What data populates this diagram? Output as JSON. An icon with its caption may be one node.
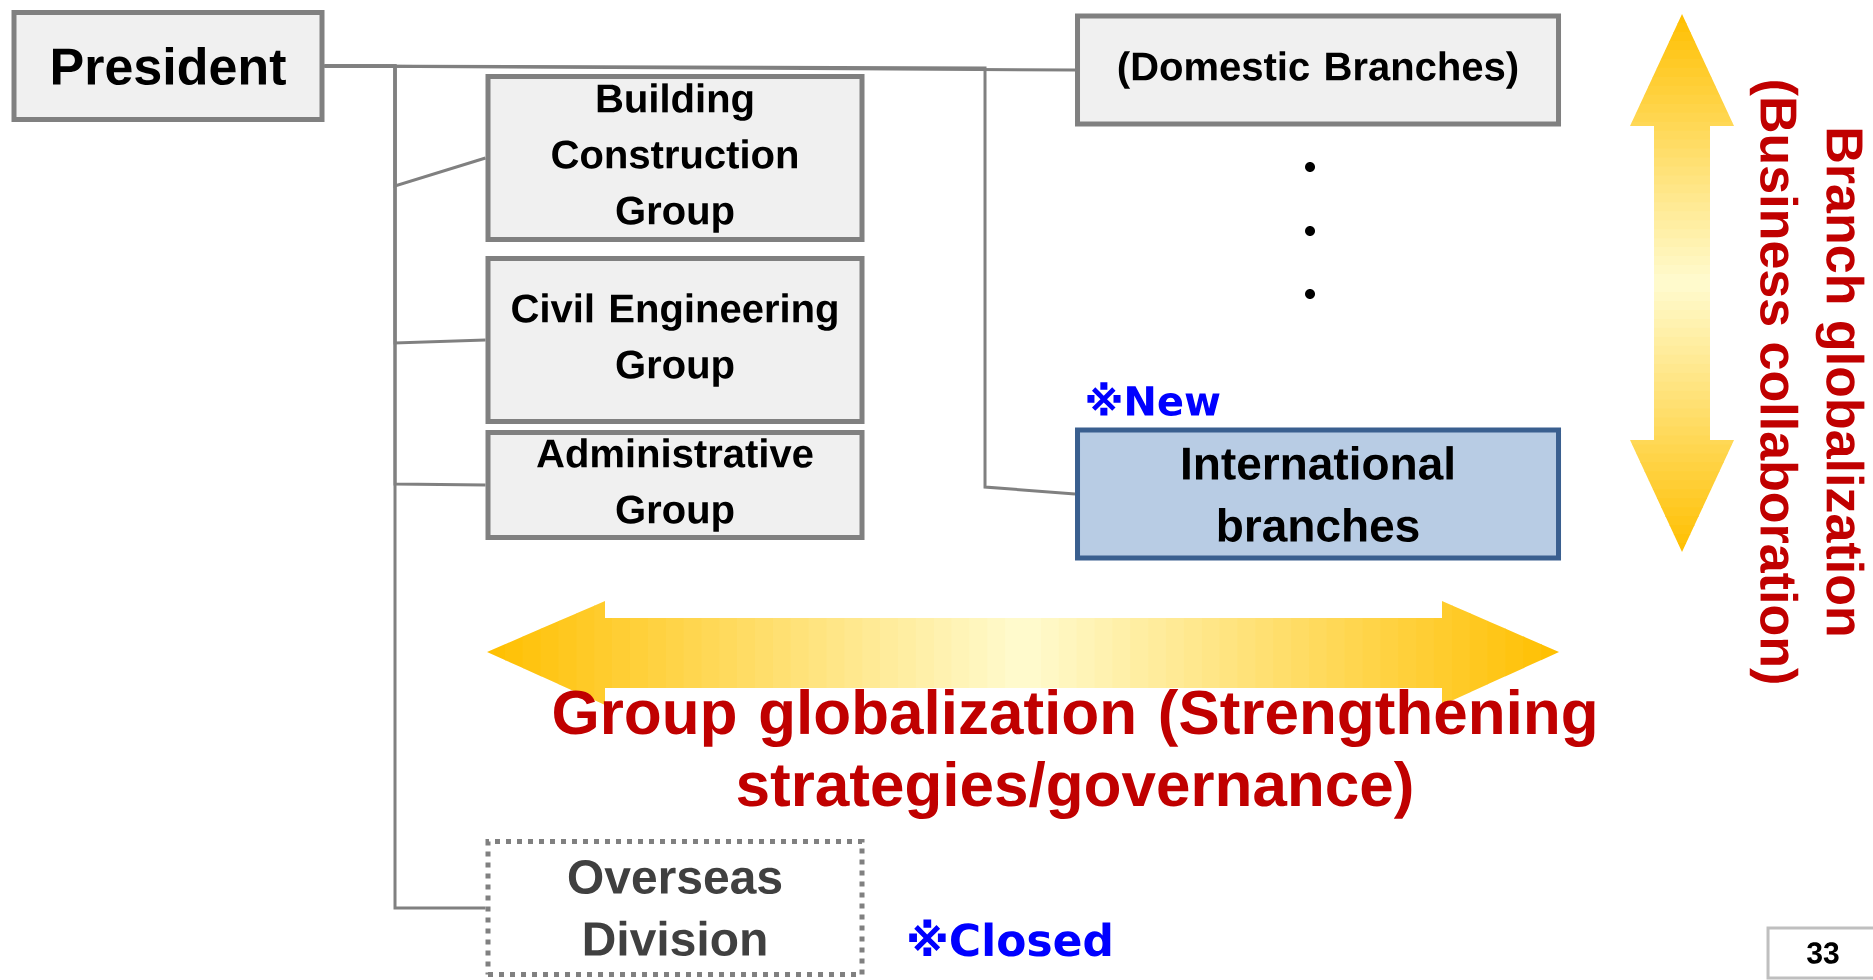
{
  "diagram": {
    "nodes": [
      {
        "text": [
          "President"
        ]
      },
      {
        "text": [
          "Building Construction Group"
        ]
      },
      {
        "text": [
          "Civil Engineering Group"
        ]
      },
      {
        "text": [
          "Administrative Group"
        ]
      },
      {
        "text": [
          "(Domestic Branches)"
        ]
      },
      {
        "text": [
          "International branches"
        ],
        "beside": [
          "※New"
        ]
      },
      {
        "text": [
          "Overseas Division"
        ]
      }
    ],
    "edges": [
      {
        "from": 0,
        "to": 1,
        "arrow": "none"
      },
      {
        "from": 0,
        "to": 2,
        "arrow": "none"
      },
      {
        "from": 0,
        "to": 3,
        "arrow": "none"
      },
      {
        "from": 0,
        "to": 4,
        "arrow": "none"
      },
      {
        "from": 0,
        "to": 5,
        "arrow": "none"
      },
      {
        "from": 0,
        "to": 6,
        "arrow": "none"
      }
    ],
    "labels": [
      "Group globalization (Strengthening strategies/governance)",
      "Branch globalization",
      "(Business collaboration)",
      "※Closed",
      "33"
    ]
  }
}
